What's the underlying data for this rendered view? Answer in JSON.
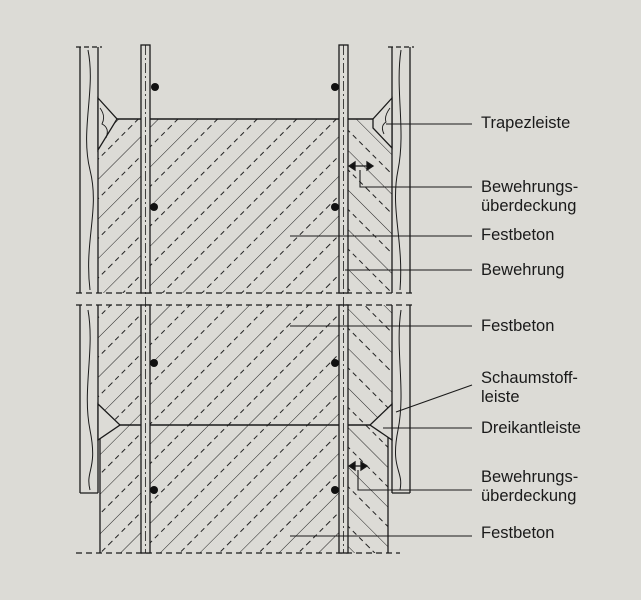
{
  "labels": {
    "trapezleiste": "Trapezleiste",
    "bewehrungsueberdeckung_1": "Bewehrungs-\nüberdeckung",
    "festbeton_1": "Festbeton",
    "bewehrung": "Bewehrung",
    "festbeton_2": "Festbeton",
    "schaumstoffleiste": "Schaumstoff-\nleiste",
    "dreikantleiste": "Dreikantleiste",
    "bewehrungsueberdeckung_2": "Bewehrungs-\nüberdeckung",
    "festbeton_3": "Festbeton"
  },
  "colors": {
    "background": "#dcdbd6",
    "line": "#1a1a1a"
  }
}
